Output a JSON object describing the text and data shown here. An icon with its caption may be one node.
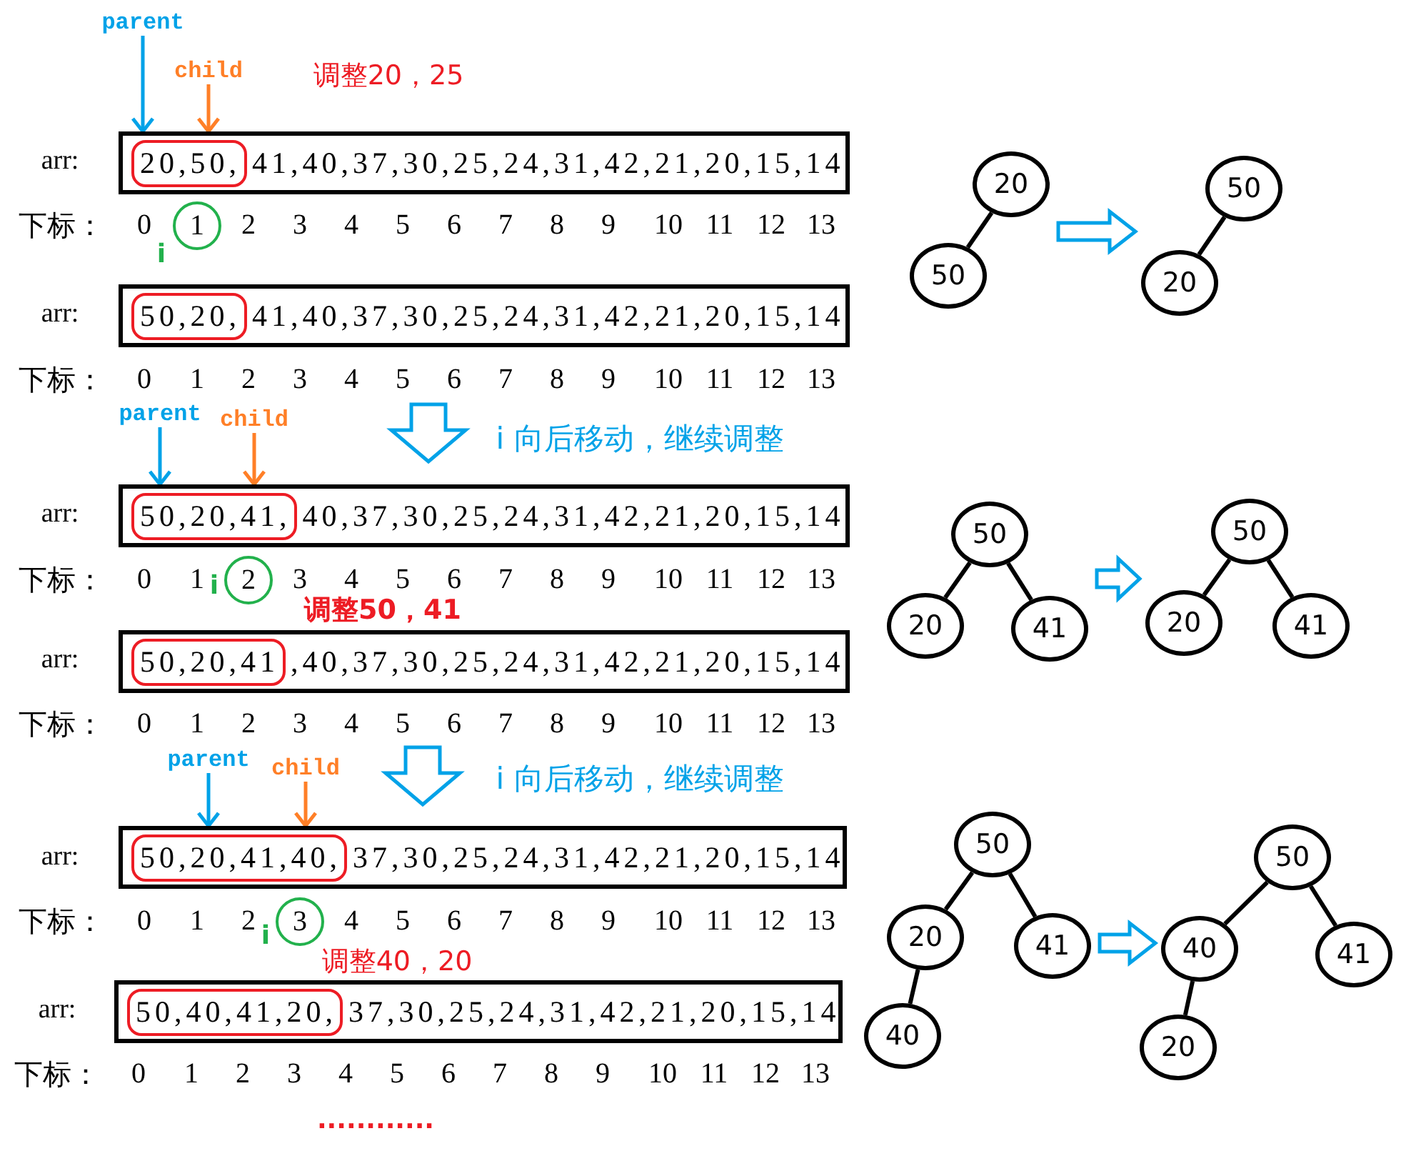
{
  "diagram": {
    "nodes": [
      {
        "text": [
          "parent"
        ]
      },
      {
        "text": [
          "child"
        ]
      },
      {
        "text": [
          "20,50,",
          "41,40,37,30,25,24,31,42,21,20,15,14"
        ]
      },
      {
        "text": [
          "1"
        ]
      },
      {
        "text": [
          "50,20,",
          "41,40,37,30,25,24,31,42,21,20,15,14"
        ]
      },
      {
        "text": [
          "parent"
        ]
      },
      {
        "text": [
          "child"
        ]
      },
      {
        "text": [
          "50,20,41,",
          "40,37,30,25,24,31,42,21,20,15,14"
        ]
      },
      {
        "text": [
          "2"
        ]
      },
      {
        "text": [
          "50,20,41",
          ",40,37,30,25,24,31,42,21,20,15,14"
        ]
      },
      {
        "text": [
          "parent"
        ]
      },
      {
        "text": [
          "child"
        ]
      },
      {
        "text": [
          "50,20,41,40,",
          "37,30,25,24,31,42,21,20,15,14"
        ]
      },
      {
        "text": [
          "3"
        ]
      },
      {
        "text": [
          "50,40,41,20,",
          "37,30,25,24,31,42,21,20,15,14"
        ]
      },
      {
        "text": [
          "20"
        ]
      },
      {
        "text": [
          "50"
        ]
      },
      {
        "text": [
          "50"
        ]
      },
      {
        "text": [
          "20"
        ]
      },
      {
        "text": [
          "50"
        ]
      },
      {
        "text": [
          "20"
        ]
      },
      {
        "text": [
          "41"
        ]
      },
      {
        "text": [
          "50"
        ]
      },
      {
        "text": [
          "20"
        ]
      },
      {
        "text": [
          "41"
        ]
      },
      {
        "text": [
          "50"
        ]
      },
      {
        "text": [
          "20"
        ]
      },
      {
        "text": [
          "41"
        ]
      },
      {
        "text": [
          "40"
        ]
      },
      {
        "text": [
          "50"
        ]
      },
      {
        "text": [
          "40"
        ]
      },
      {
        "text": [
          "41"
        ]
      },
      {
        "text": [
          "20"
        ]
      }
    ],
    "edges": [
      {
        "from": 0,
        "to": 2,
        "arrow": "to",
        "color": "#00a2e8"
      },
      {
        "from": 1,
        "to": 2,
        "arrow": "to",
        "color": "#ff7f27"
      },
      {
        "from": 5,
        "to": 7,
        "arrow": "to",
        "color": "#00a2e8"
      },
      {
        "from": 6,
        "to": 7,
        "arrow": "to",
        "color": "#ff7f27"
      },
      {
        "from": 10,
        "to": 12,
        "arrow": "to",
        "color": "#00a2e8"
      },
      {
        "from": 11,
        "to": 12,
        "arrow": "to",
        "color": "#ff7f27"
      },
      {
        "from": 15,
        "to": 16,
        "arrow": "none"
      },
      {
        "from": 17,
        "to": 18,
        "arrow": "none"
      },
      {
        "from": 19,
        "to": 20,
        "arrow": "none"
      },
      {
        "from": 19,
        "to": 21,
        "arrow": "none"
      },
      {
        "from": 22,
        "to": 23,
        "arrow": "none"
      },
      {
        "from": 22,
        "to": 24,
        "arrow": "none"
      },
      {
        "from": 25,
        "to": 26,
        "arrow": "none"
      },
      {
        "from": 25,
        "to": 27,
        "arrow": "none"
      },
      {
        "from": 26,
        "to": 28,
        "arrow": "none"
      },
      {
        "from": 29,
        "to": 30,
        "arrow": "none"
      },
      {
        "from": 29,
        "to": 31,
        "arrow": "none"
      },
      {
        "from": 30,
        "to": 32,
        "arrow": "none"
      },
      {
        "from": 15,
        "to": 18,
        "arrow": "to",
        "color": "#00a2e8"
      },
      {
        "from": 21,
        "to": 23,
        "arrow": "to",
        "color": "#00a2e8"
      },
      {
        "from": 27,
        "to": 30,
        "arrow": "to",
        "color": "#00a2e8"
      }
    ],
    "labels": [
      "调整20，25",
      "arr:",
      "下标：",
      "0",
      "2",
      "3",
      "4",
      "5",
      "6",
      "7",
      "8",
      "9",
      "10",
      "11",
      "12",
      "13",
      "i",
      "arr:",
      "下标：",
      "0",
      "1",
      "2",
      "3",
      "4",
      "5",
      "6",
      "7",
      "8",
      "9",
      "10",
      "11",
      "12",
      "13",
      "i 向后移动，继续调整",
      "arr:",
      "下标：",
      "0",
      "1",
      "i",
      "3",
      "4",
      "5",
      "6",
      "7",
      "8",
      "9",
      "10",
      "11",
      "12",
      "13",
      "调整50，41",
      "arr:",
      "下标：",
      "0",
      "1",
      "2",
      "3",
      "4",
      "5",
      "6",
      "7",
      "8",
      "9",
      "10",
      "11",
      "12",
      "13",
      "i 向后移动，继续调整",
      "arr:",
      "下标：",
      "0",
      "1",
      "2",
      "i",
      "4",
      "5",
      "6",
      "7",
      "8",
      "9",
      "10",
      "11",
      "12",
      "13",
      "调整40，20",
      "arr:",
      "下标：",
      "0",
      "1",
      "2",
      "3",
      "4",
      "5",
      "6",
      "7",
      "8",
      "9",
      "10",
      "11",
      "12",
      "13",
      "............"
    ]
  }
}
